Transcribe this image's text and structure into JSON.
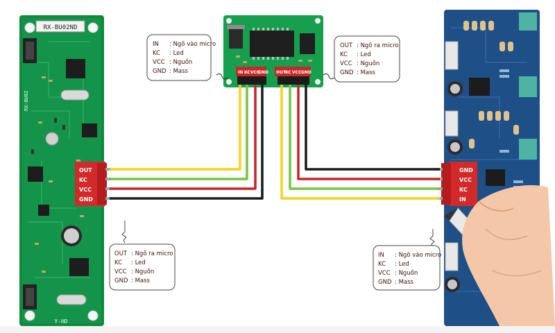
{
  "left_module": {
    "model": "RX-BU02ND",
    "side_text": "RX-BU02",
    "bottom_text": "Y-HD",
    "pins": [
      "OUT",
      "KC",
      "VCC",
      "GND"
    ],
    "note": [
      {
        "pin": "OUT",
        "desc": ": Ngõ ra micro"
      },
      {
        "pin": "KC",
        "desc": ": Led"
      },
      {
        "pin": "VCC",
        "desc": ": Nguồn"
      },
      {
        "pin": "GND",
        "desc": ": Mass"
      }
    ]
  },
  "center_module": {
    "pins_in": [
      "IN",
      "KC",
      "VCC",
      "GND"
    ],
    "pins_out": [
      "OUT",
      "KC",
      "VCC",
      "GND"
    ],
    "note_left": [
      {
        "pin": "IN",
        "desc": ": Ngõ vào micro"
      },
      {
        "pin": "KC",
        "desc": ": Led"
      },
      {
        "pin": "VCC",
        "desc": ": Nguồn"
      },
      {
        "pin": "GND",
        "desc": ": Mass"
      }
    ],
    "note_right": [
      {
        "pin": "OUT",
        "desc": ": Ngõ ra micro"
      },
      {
        "pin": "KC",
        "desc": ": Led"
      },
      {
        "pin": "VCC",
        "desc": ": Nguồn"
      },
      {
        "pin": "GND",
        "desc": ": Mass"
      }
    ]
  },
  "right_module": {
    "pins": [
      "GND",
      "VCC",
      "KC",
      "IN"
    ],
    "note": [
      {
        "pin": "IN",
        "desc": ": Ngõ vào micro"
      },
      {
        "pin": "KC",
        "desc": ": Led"
      },
      {
        "pin": "VCC",
        "desc": ": Nguồn"
      },
      {
        "pin": "GND",
        "desc": ": Mass"
      }
    ]
  },
  "wire_colors": {
    "yellow": "#f2d31b",
    "green": "#7cc242",
    "red": "#c8232c",
    "black": "#1a1a1a"
  }
}
